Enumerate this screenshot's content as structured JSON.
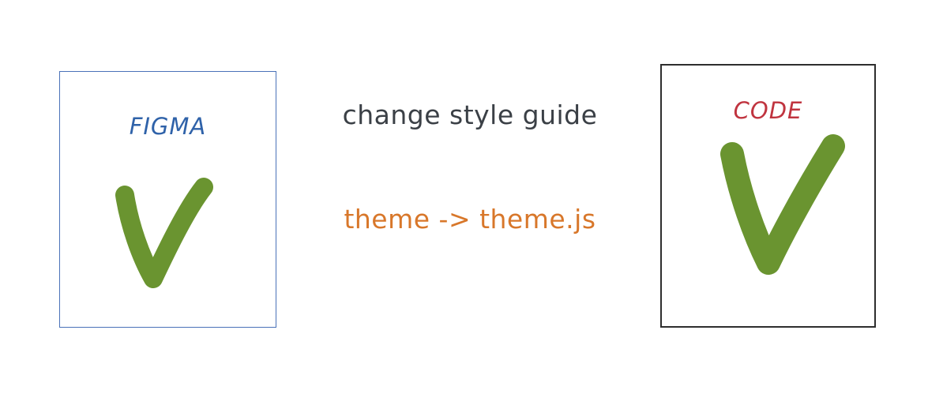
{
  "diagram": {
    "left_box": {
      "title": "FIGMA",
      "title_color": "#2f62a9",
      "border_color": "#4a72b8",
      "icon": "checkmark-v-icon"
    },
    "right_box": {
      "title": "CODE",
      "title_color": "#c0343f",
      "border_color": "#2e2e2e",
      "icon": "checkmark-v-icon"
    },
    "center": {
      "top_label": "change style guide",
      "top_label_color": "#3b4046",
      "bottom_label": "theme -> theme.js",
      "bottom_label_color": "#d8772a"
    },
    "check_color": "#6a9430"
  }
}
